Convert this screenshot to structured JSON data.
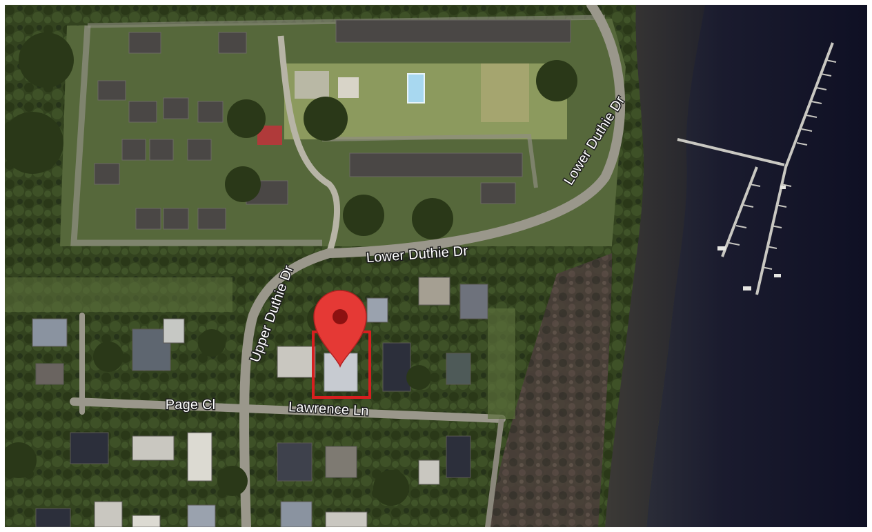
{
  "map": {
    "view": "satellite",
    "roads": [
      {
        "id": "lower-duthie-dr-east",
        "label": "Lower Duthie Dr"
      },
      {
        "id": "lower-duthie-dr-south",
        "label": "Lower Duthie Dr"
      },
      {
        "id": "upper-duthie-dr",
        "label": "Upper Duthie Dr"
      },
      {
        "id": "page-cl",
        "label": "Page Cl"
      },
      {
        "id": "lawrence-ln",
        "label": "Lawrence Ln"
      }
    ],
    "marker": {
      "name": "location-pin-icon",
      "color": "#e53935",
      "dot_color": "#8c1111"
    },
    "highlight": {
      "name": "parcel-outline",
      "color": "#d71f1f"
    },
    "colors": {
      "vegetation_dark": "#2f3f22",
      "vegetation_mid": "#4c5e33",
      "lawn": "#8c9a5e",
      "water": "#14152b",
      "road": "#b7b4a6",
      "roof_dark": "#4a4745",
      "roof_light": "#c9c7c0",
      "pool": "#a8d8f0"
    }
  }
}
